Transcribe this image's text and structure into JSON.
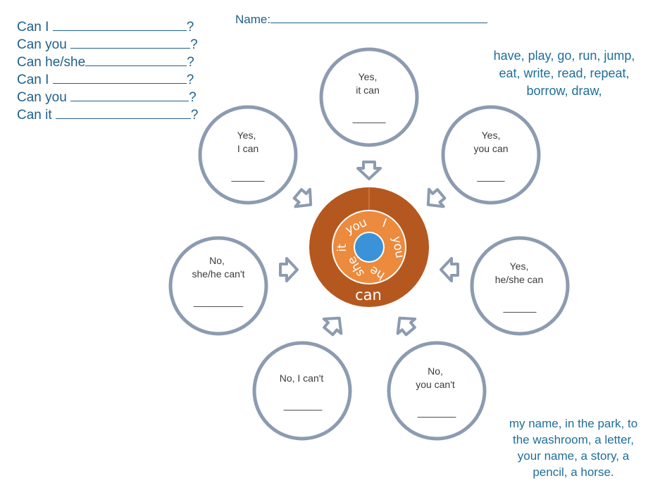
{
  "questions": [
    {
      "prefix": "Can I",
      "suffix": "?"
    },
    {
      "prefix": "Can you",
      "suffix": "?"
    },
    {
      "prefix": "Can he/she",
      "suffix": "?"
    },
    {
      "prefix": "Can I",
      "suffix": "?"
    },
    {
      "prefix": "Can you",
      "suffix": "?"
    },
    {
      "prefix": "Can it",
      "suffix": "?"
    }
  ],
  "name_label": "Name:",
  "verbs_bank": [
    "have, play, go, run, jump,",
    "eat, write, read, repeat,",
    "borrow, draw,"
  ],
  "nouns_bank": [
    "my name, in the park, to",
    "the washroom, a letter,",
    "your name, a story, a",
    "pencil, a horse."
  ],
  "circles": {
    "top": {
      "line1": "Yes,",
      "line2": "it can",
      "blank": "______"
    },
    "upper_left": {
      "line1": "Yes,",
      "line2": "I can",
      "blank": "______"
    },
    "upper_right": {
      "line1": "Yes,",
      "line2": "you can",
      "blank": "_____"
    },
    "middle_left": {
      "line1": "No,",
      "line2": "she/he can't",
      "blank": "_________"
    },
    "middle_right": {
      "line1": "Yes,",
      "line2": "he/she can",
      "blank": "______"
    },
    "lower_left": {
      "line1": "No, I can't",
      "line2": "",
      "blank": "_______"
    },
    "lower_right": {
      "line1": "No,",
      "line2": "you can't",
      "blank": "_______"
    }
  },
  "hub": {
    "word": "can",
    "ring_words": [
      "you",
      "I",
      "you",
      "he",
      "she",
      "it"
    ]
  },
  "colors": {
    "text_blue": "#1f5f8b",
    "circle_stroke": "#8c9bb0",
    "hub_outer": "#b5581f",
    "hub_inner": "#ec8a3d",
    "hub_center": "#3a93d8"
  }
}
